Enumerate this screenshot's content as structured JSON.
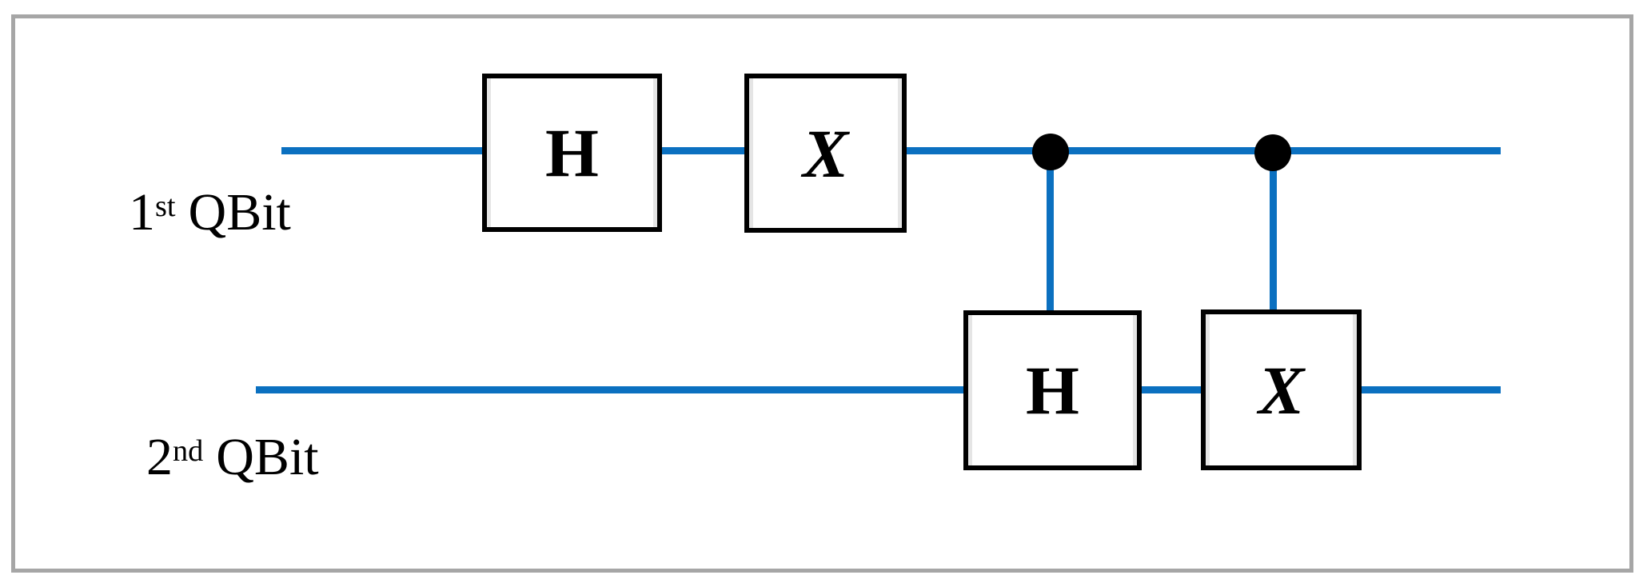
{
  "circuit": {
    "qubits": [
      {
        "number": "1",
        "ordinal": "st",
        "word": "QBit"
      },
      {
        "number": "2",
        "ordinal": "nd",
        "word": "QBit"
      }
    ],
    "wire1_gates": [
      {
        "label": "H"
      },
      {
        "label": "X"
      }
    ],
    "wire2_gates": [
      {
        "label": "H"
      },
      {
        "label": "X"
      }
    ],
    "control_dots": 2,
    "colors": {
      "wire": "#0b70c0",
      "gate_border": "#000000",
      "gate_fill": "#ffffff",
      "control_dot": "#000000",
      "text": "#000000",
      "frame": "#a6a6a6",
      "background": "#ffffff"
    }
  }
}
